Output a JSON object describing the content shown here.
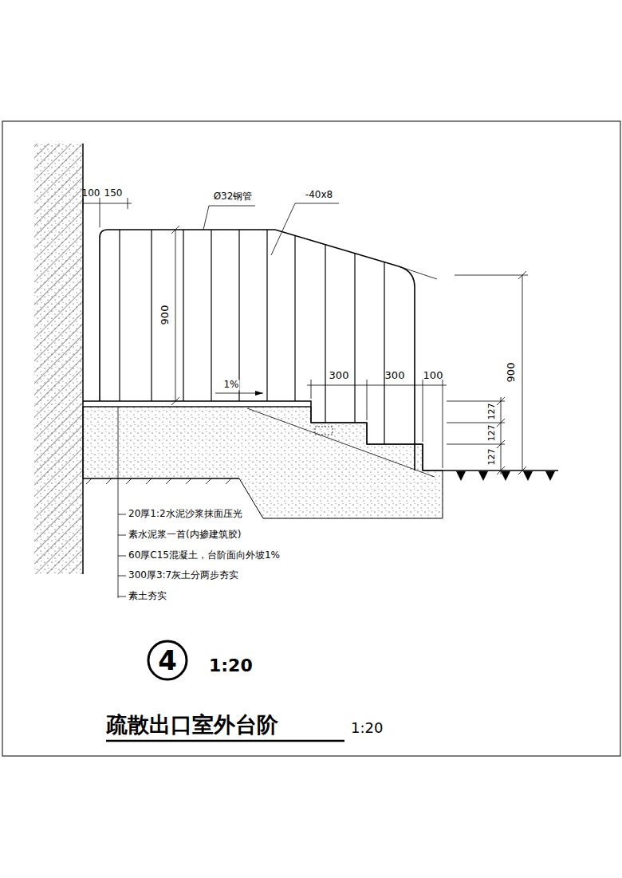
{
  "diagram": {
    "title": "疏散出口室外台阶",
    "labels": [
      "100",
      "150",
      "Ø32钢管",
      "-40x8",
      "900",
      "1%",
      "300",
      "300",
      "100",
      "900",
      "127",
      "127",
      "127",
      "20厚1:2水泥沙浆抹面压光",
      "素水泥浆一首(内掺建筑胶)",
      "60厚C15混凝土，台阶面向外坡1%",
      "300厚3:7灰土分两步夯实",
      "素土夯实",
      "4",
      "1:20",
      "1:20"
    ]
  }
}
